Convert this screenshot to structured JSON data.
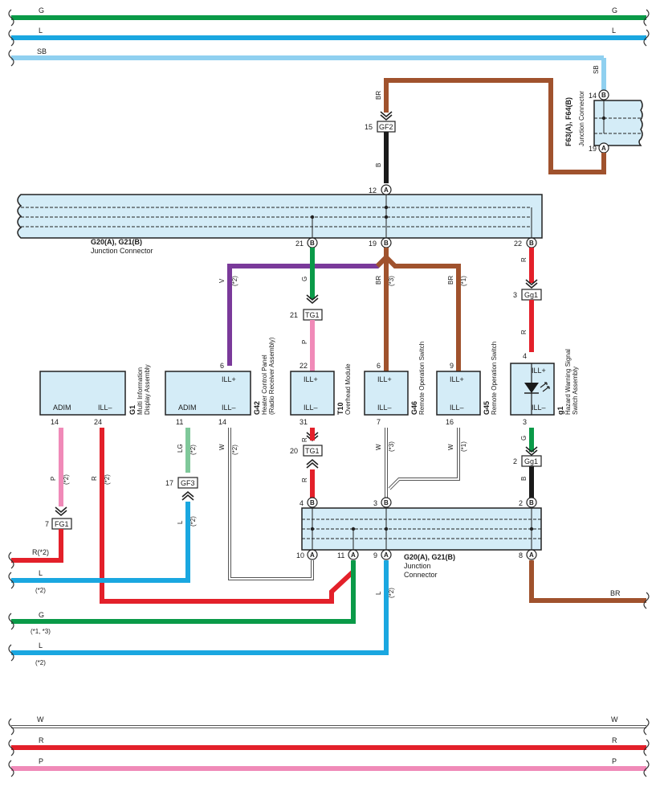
{
  "colors": {
    "G": "#0a9a48",
    "L": "#1aa7e0",
    "SB": "#8fd0f0",
    "BR": "#a0522d",
    "B": "#1a1a1a",
    "R": "#e3202a",
    "P": "#f08ab8",
    "V": "#7a3a9a",
    "LG": "#7fc89a",
    "W": "#ffffff",
    "connector_fill": "#d4ecf7"
  },
  "top_bus": [
    {
      "code": "G"
    },
    {
      "code": "L"
    },
    {
      "code": "SB"
    }
  ],
  "bottom_bus": [
    {
      "code": "W"
    },
    {
      "code": "R"
    },
    {
      "code": "P"
    }
  ],
  "junction_f63": {
    "title": "F63(A), F64(B)",
    "subtitle": "Junction Connector",
    "pin_top": {
      "num": "14",
      "letter": "B",
      "wire": "SB"
    },
    "pin_bottom": {
      "num": "19",
      "letter": "A"
    }
  },
  "gf2": {
    "label": "GF2",
    "pin": "15",
    "wire_in": "BR",
    "wire_out": "B"
  },
  "junction_g20_top": {
    "title": "G20(A), G21(B)",
    "subtitle": "Junction Connector",
    "pin_in": {
      "num": "12",
      "letter": "A"
    },
    "pins_out": [
      {
        "num": "21",
        "letter": "B"
      },
      {
        "num": "19",
        "letter": "B"
      },
      {
        "num": "22",
        "letter": "B"
      }
    ]
  },
  "branch_wires": {
    "v": "V",
    "v_note": "(*2)",
    "g": "G",
    "br3": "BR",
    "br3_note": "(*3)",
    "br1": "BR",
    "br1_note": "(*1)",
    "r": "R"
  },
  "tg1_top": {
    "label": "TG1",
    "pin_in": "21",
    "pin_out": "22",
    "wire": "P"
  },
  "gg1_top": {
    "label": "Gg1",
    "pin": "3",
    "wire": "R"
  },
  "components": {
    "g1": {
      "id": "G1",
      "name1": "Multi Information",
      "name2": "Display Assembly",
      "pins": [
        {
          "label": "ADIM",
          "num": "14"
        },
        {
          "label": "ILL–",
          "num": "24"
        }
      ]
    },
    "g42": {
      "id": "G42",
      "name1": "Heater Control Panel",
      "name2": "(Radio Receiver Assembly)",
      "pins": [
        {
          "label": "ILL+",
          "num": "6"
        },
        {
          "label": "ADIM",
          "num": "11"
        },
        {
          "label": "ILL–",
          "num": "14"
        }
      ]
    },
    "t10": {
      "id": "T10",
      "name1": "Overhead Module",
      "pins": [
        {
          "label": "ILL+",
          "num": "22"
        },
        {
          "label": "ILL–",
          "num": "31"
        }
      ]
    },
    "g46": {
      "id": "G46",
      "name1": "Remote Operation Switch",
      "pins": [
        {
          "label": "ILL+",
          "num": "6"
        },
        {
          "label": "ILL–",
          "num": "7"
        }
      ]
    },
    "g45": {
      "id": "G45",
      "name1": "Remote Operation Switch",
      "pins": [
        {
          "label": "ILL+",
          "num": "9"
        },
        {
          "label": "ILL–",
          "num": "16"
        }
      ]
    },
    "g_hz": {
      "id": "g1",
      "name1": "Hazard Warning Signal",
      "name2": "Switch Assembly",
      "pins": [
        {
          "label": "ILL+",
          "num": "4"
        },
        {
          "label": "ILL–",
          "num": "3"
        }
      ]
    }
  },
  "lower_wires": {
    "p_note": "(*2)",
    "r_note": "(*2)",
    "lg_note": "(*2)",
    "l_gf3_note": "(*2)",
    "w14_note": "(*2)",
    "w7_note": "(*3)",
    "w16_note": "(*1)",
    "l9_note": "(*2)"
  },
  "fg1": {
    "label": "FG1",
    "pin": "7"
  },
  "gf3": {
    "label": "GF3",
    "pin": "17"
  },
  "tg1_bottom": {
    "label": "TG1",
    "pin": "20"
  },
  "gg1_bottom": {
    "label": "Gg1",
    "pin": "2"
  },
  "junction_g20_bottom": {
    "title": "G20(A), G21(B)",
    "subtitle1": "Junction",
    "subtitle2": "Connector",
    "pins_in": [
      {
        "num": "4",
        "letter": "B"
      },
      {
        "num": "3",
        "letter": "B"
      },
      {
        "num": "2",
        "letter": "B"
      }
    ],
    "pins_out": [
      {
        "num": "10",
        "letter": "A"
      },
      {
        "num": "11",
        "letter": "A"
      },
      {
        "num": "9",
        "letter": "A"
      },
      {
        "num": "8",
        "letter": "A"
      }
    ]
  },
  "left_exits": [
    {
      "code": "R(*2)"
    },
    {
      "code": "L",
      "note": "(*2)"
    },
    {
      "code": "G",
      "note": "(*1, *3)"
    },
    {
      "code": "L",
      "note": "(*2)"
    }
  ],
  "right_exit": {
    "code": "BR"
  }
}
